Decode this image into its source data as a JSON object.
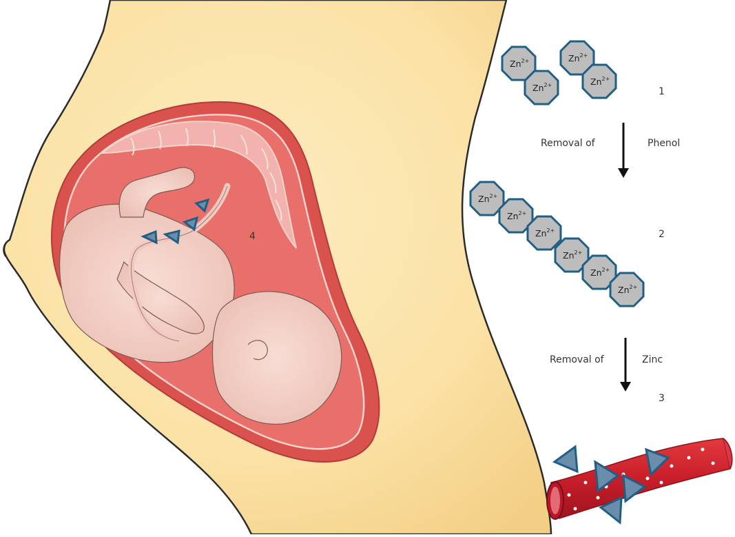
{
  "zinc_label": "Zn",
  "zinc_charge": "2+",
  "steps": {
    "step1": "1",
    "step2": "2",
    "step3": "3",
    "step4": "4"
  },
  "arrows": {
    "first": {
      "left": "Removal of",
      "right": "Phenol"
    },
    "second": {
      "left": "Removal of",
      "right": "Zinc"
    }
  },
  "colors": {
    "body_skin": "#fae3a8",
    "uterus": "#d9524e",
    "cavity": "#e9706a",
    "fetus": "#f3cfc7",
    "zinc_fill": "#bdbdbd",
    "zinc_stroke": "#1f5e85",
    "triangle_fill": "#6a8eaa",
    "vessel": "#c8202b"
  }
}
